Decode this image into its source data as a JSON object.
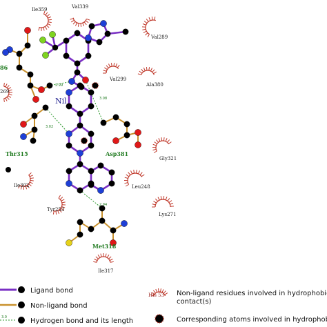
{
  "colors": {
    "ligand_bond": "#7a2fc4",
    "non_ligand_bond": "#c8902c",
    "hbond": "#2e9a2e",
    "carbon": "#000000",
    "nitrogen": "#1e3fd6",
    "oxygen": "#e01818",
    "fluorine": "#7ed321",
    "sulfur": "#e6d21a",
    "hydrophobic_arc": "#c0392b"
  },
  "ligand": {
    "name": "Nil"
  },
  "hbond_residues": [
    {
      "name": "Thr315"
    },
    {
      "name": "Asp381"
    },
    {
      "name": "Met318"
    }
  ],
  "partial_residues": [
    {
      "name": "86"
    },
    {
      "name": "269"
    }
  ],
  "hydrophobic_residues": [
    {
      "name": "Ile359"
    },
    {
      "name": "Val339"
    },
    {
      "name": "Val289"
    },
    {
      "name": "Val299"
    },
    {
      "name": "Ala380"
    },
    {
      "name": "Gly321"
    },
    {
      "name": "Leu248"
    },
    {
      "name": "Ile302"
    },
    {
      "name": "Tyr253"
    },
    {
      "name": "Lys271"
    },
    {
      "name": "Ile317"
    }
  ],
  "distances": [
    "2.99",
    "3.08",
    "3.02",
    "2.94"
  ],
  "legend": {
    "ligand_bond": "Ligand bond",
    "non_ligand_bond": "Non-ligand bond",
    "hbond": "Hydrogen bond and its length",
    "hbond_example_value": "3.0",
    "hydrophobic_example": "His 53",
    "hydrophobic_residues": "Non-ligand residues involved in hydrophobic contact(s)",
    "corresponding_atoms": "Corresponding atoms involved in hydrophobic"
  }
}
